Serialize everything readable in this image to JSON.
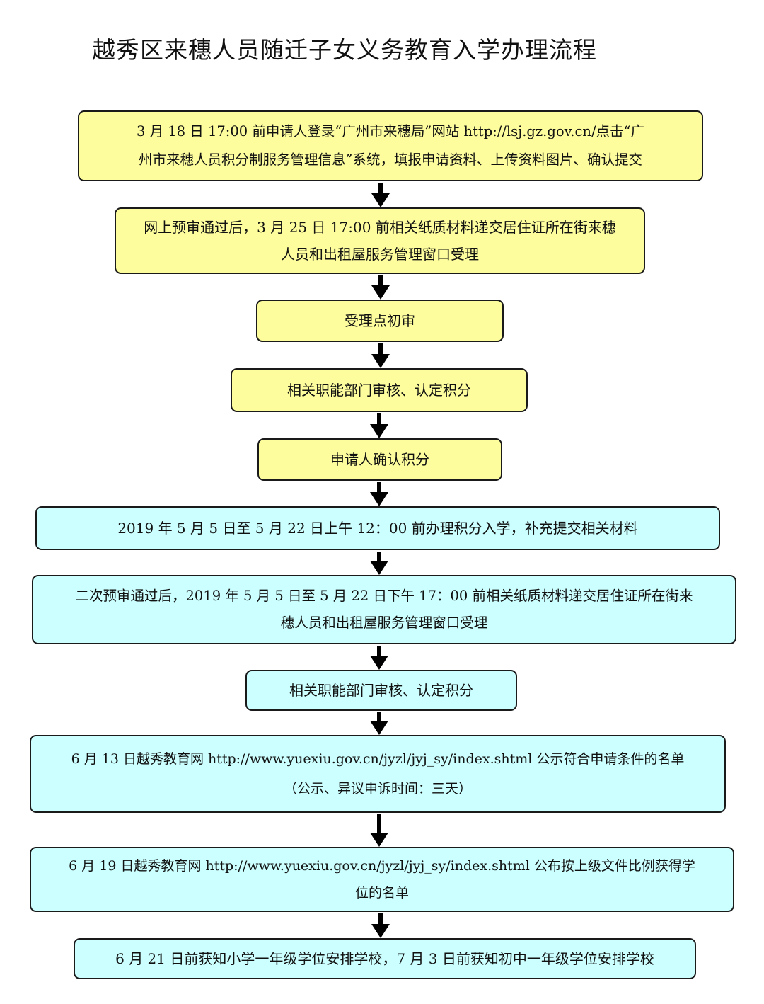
{
  "title": "越秀区来穗人员随迁子女义务教育入学办理流程",
  "colors": {
    "yellow_fill": "#fdfd9e",
    "cyan_fill": "#ccffff",
    "border": "#1a1a1a",
    "arrow": "#000000"
  },
  "steps": [
    {
      "lines": [
        "3 月 18 日 17:00 前申请人登录“广州市来穗局”网站 http://lsj.gz.gov.cn/点击“广",
        "州市来穗人员积分制服务管理信息”系统，填报申请资料、上传资料图片、确认提交"
      ]
    },
    {
      "lines": [
        "网上预审通过后，3 月 25 日 17:00 前相关纸质材料递交居住证所在街来穗",
        "人员和出租屋服务管理窗口受理"
      ]
    },
    {
      "lines": [
        "受理点初审"
      ]
    },
    {
      "lines": [
        "相关职能部门审核、认定积分"
      ]
    },
    {
      "lines": [
        "申请人确认积分"
      ]
    },
    {
      "lines": [
        "2019 年 5 月 5 日至 5 月 22 日上午 12：00 前办理积分入学，补充提交相关材料"
      ]
    },
    {
      "lines": [
        "二次预审通过后，2019 年 5 月 5 日至 5 月 22 日下午 17：00 前相关纸质材料递交居住证所在街来",
        "穗人员和出租屋服务管理窗口受理"
      ]
    },
    {
      "lines": [
        "相关职能部门审核、认定积分"
      ]
    },
    {
      "lines": [
        "6 月 13 日越秀教育网 http://www.yuexiu.gov.cn/jyzl/jyj_sy/index.shtml 公示符合申请条件的名单",
        "（公示、异议申诉时间：三天）"
      ]
    },
    {
      "lines": [
        "6 月 19 日越秀教育网 http://www.yuexiu.gov.cn/jyzl/jyj_sy/index.shtml 公布按上级文件比例获得学",
        "位的名单"
      ]
    },
    {
      "lines": [
        "6 月 21 日前获知小学一年级学位安排学校，7 月 3 日前获知初中一年级学位安排学校"
      ]
    }
  ]
}
